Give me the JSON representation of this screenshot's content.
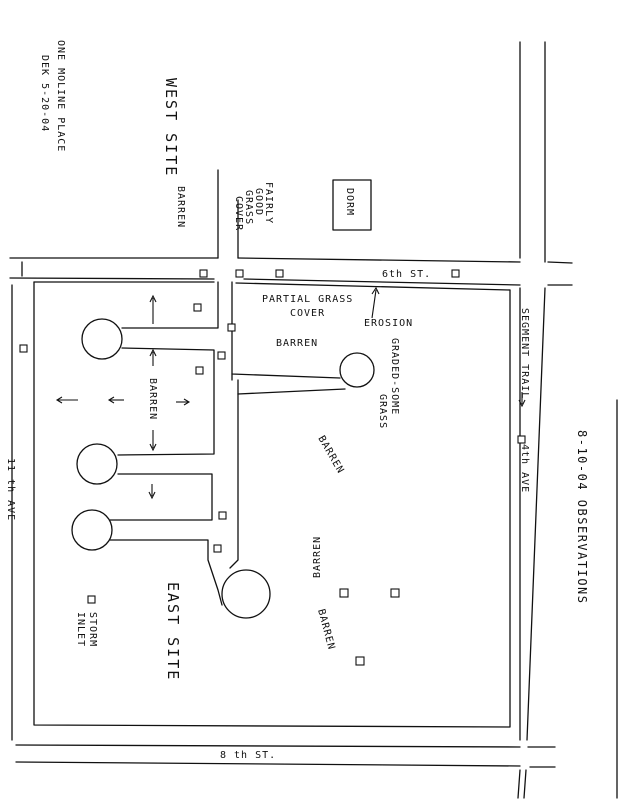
{
  "header": {
    "place": "ONE MOLINE PLACE",
    "inspector_date": "DEK 5-20-04",
    "observations": "8-10-04 OBSERVATIONS"
  },
  "sites": {
    "west": "WEST SITE",
    "east": "EAST SITE"
  },
  "buildings": {
    "dorm": "DORM"
  },
  "streets": {
    "sixth": "6th ST.",
    "eighth": "8 th ST.",
    "eleventh_ave": "11 th AVE",
    "fourth_ave": "4th AVE",
    "segment_trail": "SEGMENT TRAIL"
  },
  "notes": {
    "barren_west": "BARREN",
    "fairly_good_grass": [
      "FAIRLY",
      "GOOD",
      "GRASS",
      "COVER"
    ],
    "partial_grass": [
      "PARTIAL GRASS",
      "COVER"
    ],
    "erosion": "EROSION",
    "barren_mid": "BARREN",
    "graded_some_grass": [
      "GRADED-SOME",
      "GRASS"
    ],
    "barren_vertical": "BARREN",
    "barren_east": "BARREN",
    "barren_se1": "BARREN",
    "barren_se2": "BARREN",
    "storm_inlet": [
      "STORM",
      "INLET"
    ]
  }
}
